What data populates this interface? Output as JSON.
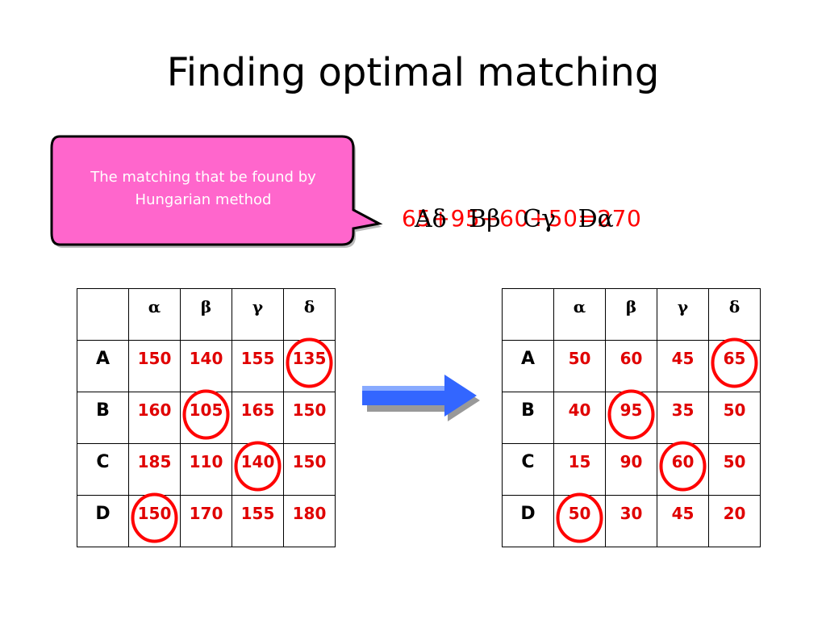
{
  "title": "Finding optimal matching",
  "callout": {
    "text": "The matching that be found by Hungarian method",
    "fill": "#ff66cc"
  },
  "formula": {
    "sum": "65+95+60+50=270",
    "matching": "Aδ  Bβ  Cγ  Dα"
  },
  "columns": [
    "α",
    "β",
    "γ",
    "δ"
  ],
  "rows": [
    "A",
    "B",
    "C",
    "D"
  ],
  "left_matrix": [
    [
      "150",
      "140",
      "155",
      "135"
    ],
    [
      "160",
      "105",
      "165",
      "150"
    ],
    [
      "185",
      "110",
      "140",
      "150"
    ],
    [
      "150",
      "170",
      "155",
      "180"
    ]
  ],
  "right_matrix": [
    [
      "50",
      "60",
      "45",
      "65"
    ],
    [
      "40",
      "95",
      "35",
      "50"
    ],
    [
      "15",
      "90",
      "60",
      "50"
    ],
    [
      "50",
      "30",
      "45",
      "20"
    ]
  ],
  "highlighted_cells": [
    [
      0,
      3
    ],
    [
      1,
      1
    ],
    [
      2,
      2
    ],
    [
      3,
      0
    ]
  ],
  "colors": {
    "value_text": "#e00000",
    "circle": "#ff0000",
    "arrow": "#3366ff"
  }
}
